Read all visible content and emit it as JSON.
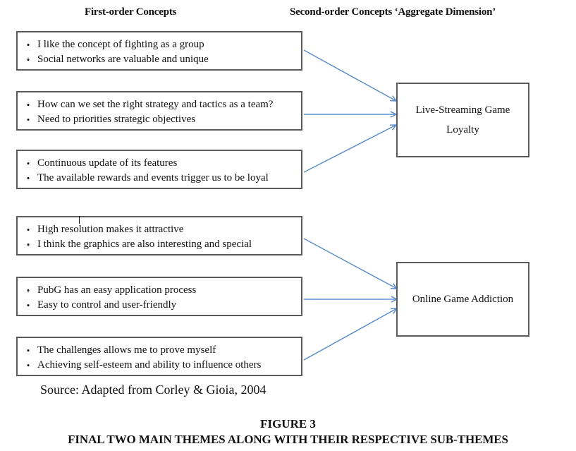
{
  "headers": {
    "first_order": "First-order Concepts",
    "second_order": "Second-order Concepts ‘Aggregate Dimension’"
  },
  "first_order_concepts": [
    {
      "items": [
        "I like the concept of fighting as a group",
        "Social networks are valuable and unique"
      ],
      "target": 0
    },
    {
      "items": [
        "How can we set the right strategy and tactics as a team?",
        "Need to priorities strategic objectives"
      ],
      "target": 0
    },
    {
      "items": [
        "Continuous update of its features",
        "The available rewards and events trigger us to be loyal"
      ],
      "target": 0
    },
    {
      "items": [
        "High resolution makes it attractive",
        "I think the graphics are also interesting and special"
      ],
      "target": 1
    },
    {
      "items": [
        "PubG has an easy application process",
        "Easy to control and user-friendly"
      ],
      "target": 1
    },
    {
      "items": [
        "The challenges allows me to prove myself",
        "Achieving self-esteem and ability to influence others"
      ],
      "target": 1
    }
  ],
  "aggregate_dimensions": [
    {
      "label": "Live-Streaming Game Loyalty"
    },
    {
      "label": "Online Game Addiction"
    }
  ],
  "bullet_glyph": "•",
  "arrow_color": "#5b8fcf",
  "border_color": "#5a5a5a",
  "source": "Source: Adapted from Corley & Gioia, 2004",
  "figure": {
    "number": "FIGURE 3",
    "title": "FINAL TWO MAIN THEMES ALONG WITH THEIR RESPECTIVE SUB-THEMES"
  }
}
